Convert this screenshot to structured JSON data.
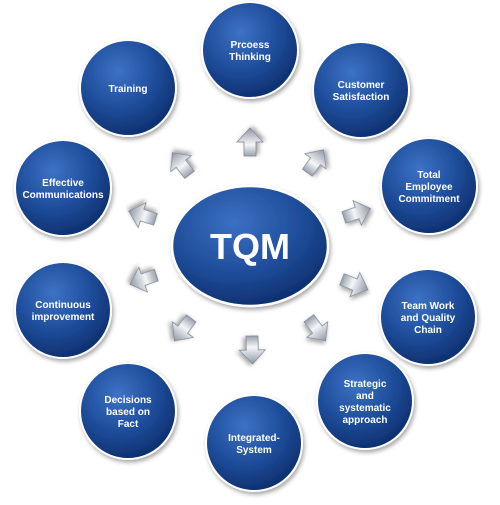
{
  "center": {
    "label": "TQM"
  },
  "nodes": [
    {
      "id": "process-thinking",
      "lines": [
        "Prcoess",
        "Thinking"
      ]
    },
    {
      "id": "customer-satisfaction",
      "lines": [
        "Customer",
        "Satisfaction"
      ]
    },
    {
      "id": "total-employee-commitment",
      "lines": [
        "Total",
        "Employee",
        "Commitment"
      ]
    },
    {
      "id": "team-work-quality-chain",
      "lines": [
        "Team Work",
        "and Quality",
        "Chain"
      ]
    },
    {
      "id": "strategic-systematic-approach",
      "lines": [
        "Strategic",
        "and",
        "systematic",
        "approach"
      ]
    },
    {
      "id": "integrated-system",
      "lines": [
        "Integrated-",
        "System"
      ]
    },
    {
      "id": "decisions-based-on-fact",
      "lines": [
        "Decisions",
        "based on",
        "Fact"
      ]
    },
    {
      "id": "continuous-improvement",
      "lines": [
        "Continuous",
        "improvement"
      ]
    },
    {
      "id": "effective-communications",
      "lines": [
        "Effective",
        "Communications"
      ]
    },
    {
      "id": "training",
      "lines": [
        "Training"
      ]
    }
  ],
  "colors": {
    "node_fill": "#1f4e9c",
    "node_fill_dark": "#0d2f6e",
    "node_text": "#ffffff",
    "arrow_light": "#e4e8ee",
    "arrow_dark": "#9aa2ad"
  }
}
